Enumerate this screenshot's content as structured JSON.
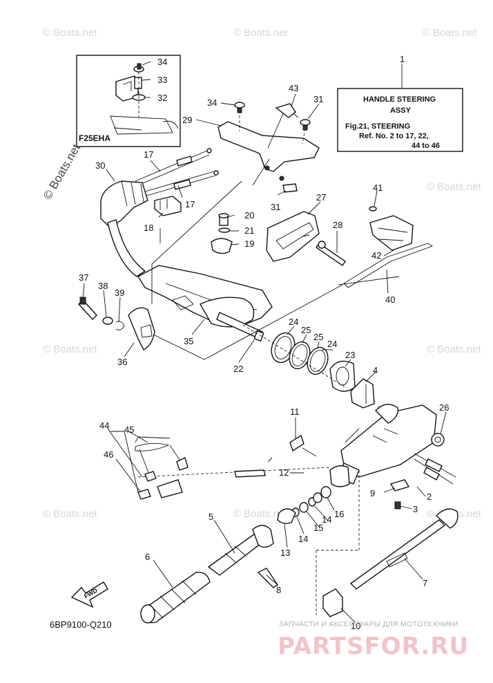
{
  "diagram": {
    "inset_label": "F25EHA",
    "ref_box": {
      "line1": "HANDLE STEERING",
      "line2": "ASSY",
      "line3": "Fig.21, STEERING",
      "line4": "Ref. No. 2 to 17, 22,",
      "line5": "44 to 46"
    },
    "callouts": {
      "c1": "1",
      "c2": "2",
      "c3": "3",
      "c4": "4",
      "c5": "5",
      "c6": "6",
      "c7": "7",
      "c8": "8",
      "c9": "9",
      "c10": "10",
      "c11": "11",
      "c12": "12",
      "c13": "13",
      "c14a": "14",
      "c14b": "14",
      "c15": "15",
      "c16": "16",
      "c17a": "17",
      "c17b": "17",
      "c18": "18",
      "c19": "19",
      "c20": "20",
      "c21": "21",
      "c22": "22",
      "c23": "23",
      "c24a": "24",
      "c24b": "24",
      "c25a": "25",
      "c25b": "25",
      "c26": "26",
      "c27": "27",
      "c28": "28",
      "c29": "29",
      "c30": "30",
      "c31a": "31",
      "c31b": "31",
      "c32": "32",
      "c33": "33",
      "c34a": "34",
      "c34b": "34",
      "c35": "35",
      "c36": "36",
      "c37": "37",
      "c38": "38",
      "c39": "39",
      "c40": "40",
      "c41": "41",
      "c42": "42",
      "c43": "43",
      "c44": "44",
      "c45": "45",
      "c46": "46"
    },
    "fwd": "FWD",
    "diagram_code": "6BP9100-Q210",
    "watermark": "© Boats.net",
    "brand_tagline": "ЗАПЧАСТИ И АКСЕССУАРЫ ДЛЯ МОТОТЕХНИКИ",
    "brand_name": "PARTSFOR.RU"
  }
}
